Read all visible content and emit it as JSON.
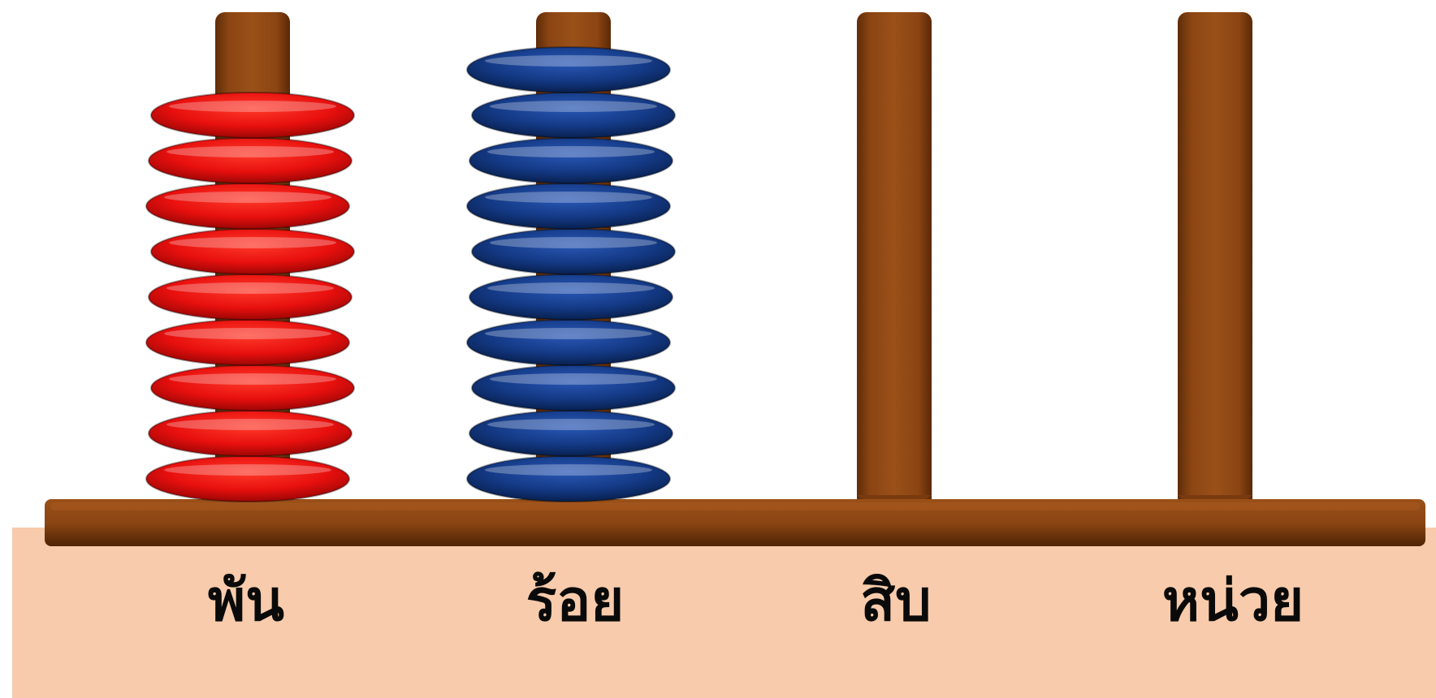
{
  "abacus": {
    "columns": [
      {
        "label": "พัน",
        "bead_count": 9,
        "bead_color": "#e8100e"
      },
      {
        "label": "ร้อย",
        "bead_count": 10,
        "bead_color": "#143a86"
      },
      {
        "label": "สิบ",
        "bead_count": 0,
        "bead_color": ""
      },
      {
        "label": "หน่วย",
        "bead_count": 0,
        "bead_color": ""
      }
    ],
    "colors": {
      "wood": "#8b4513",
      "table": "#f7cbab",
      "background": "#ffffff"
    }
  }
}
